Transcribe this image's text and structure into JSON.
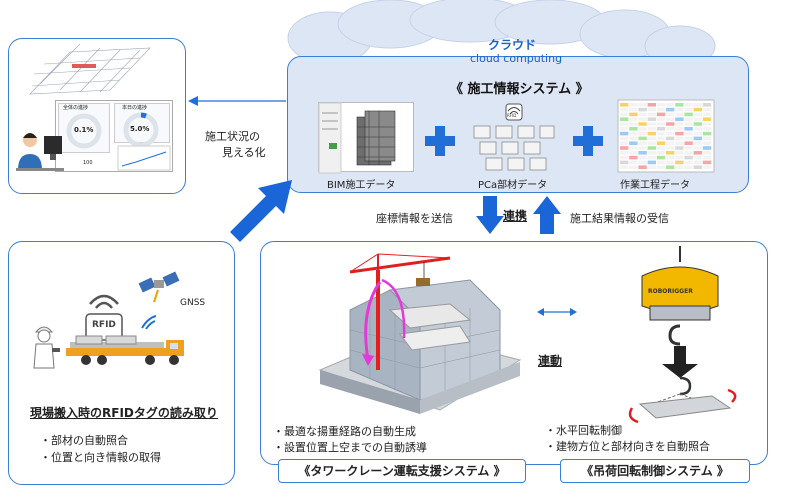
{
  "cloud": {
    "title": "クラウド",
    "subtitle": "cloud computing"
  },
  "construction_info_system": {
    "title": "《 施工情報システム 》",
    "items": [
      {
        "label": "BIM施工データ"
      },
      {
        "label": "PCa部材データ"
      },
      {
        "label": "作業工程データ"
      }
    ],
    "rfid_badge": "RFID"
  },
  "visualization": {
    "label_line1": "施工状況の",
    "label_line2": "見える化",
    "dashboard": {
      "panel1_title": "全体の進捗",
      "panel1_value": "0.1%",
      "panel2_title": "本日の進捗",
      "panel2_value": "5.0%",
      "small_value": "100"
    }
  },
  "link": {
    "send_label": "座標情報を送信",
    "link_label": "連携",
    "receive_label": "施工結果情報の受信"
  },
  "rfid_panel": {
    "rfid_tag": "RFID",
    "gnss_label": "GNSS",
    "title": "現場搬入時のRFIDタグの読み取り",
    "bullets": [
      "・部材の自動照合",
      "・位置と向き情報の取得"
    ]
  },
  "crane_system": {
    "bullets": [
      "・最適な揚重経路の自動生成",
      "・設置位置上空までの自動誘導"
    ],
    "title": "《タワークレーン運転支援システム 》"
  },
  "interlock": {
    "label": "連動"
  },
  "rotation_system": {
    "device_label": "ROBORIGGER",
    "bullets": [
      "・水平回転制御",
      "・建物方位と部材向きを自動照合"
    ],
    "title": "《吊荷回転制御システム 》"
  },
  "colors": {
    "accent_blue": "#1a63c8",
    "panel_border": "#3a7fd5",
    "cloud_fill": "#dde6f4",
    "plus_blue": "#1f6fd6",
    "crane_red": "#e02020",
    "path_magenta": "#e23ad8",
    "device_yellow": "#f2b800"
  }
}
